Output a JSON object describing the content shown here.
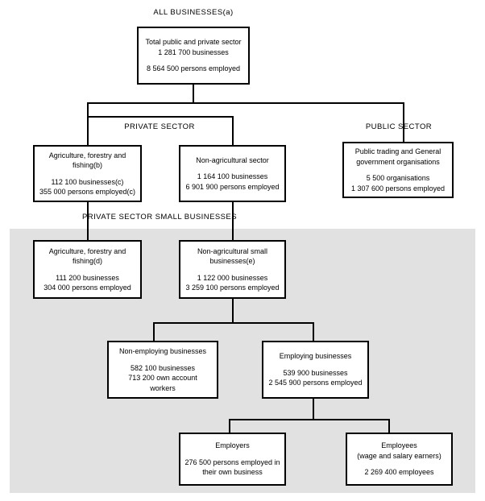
{
  "page": {
    "title": "ALL BUSINESSES(a)",
    "background": "#ffffff",
    "panel_color": "#e1e1e1",
    "line_color": "#000000"
  },
  "captions": {
    "all_businesses": "ALL BUSINESSES(a)",
    "private_sector": "PRIVATE SECTOR",
    "public_sector": "PUBLIC SECTOR",
    "private_sector_small": "PRIVATE SECTOR SMALL BUSINESSES"
  },
  "nodes": {
    "total": {
      "title": "Total public and private sector\n1 281 700 businesses",
      "stats": "8 564 500 persons employed"
    },
    "agriculture": {
      "title": "Agriculture, forestry and\nfishing(b)",
      "stats": "112 100 businesses(c)\n355 000 persons employed(c)"
    },
    "non_agricultural": {
      "title": "Non-agricultural sector",
      "stats": "1 164 100 businesses\n6 901 900 persons employed"
    },
    "public": {
      "title": "Public trading and General\ngovernment organisations",
      "stats": "5 500 organisations\n1 307 600 persons employed"
    },
    "agriculture_small": {
      "title": "Agriculture, forestry and\nfishing(d)",
      "stats": "111 200 businesses\n304 000 persons employed"
    },
    "non_agricultural_small": {
      "title": "Non-agricultural small\nbusinesses(e)",
      "stats": "1 122 000 businesses\n3 259 100 persons employed"
    },
    "non_employing": {
      "title": "Non-employing businesses",
      "stats": "582 100 businesses\n713 200 own account\nworkers"
    },
    "employing": {
      "title": "Employing businesses",
      "stats": "539 900 businesses\n2 545 900 persons employed"
    },
    "employers": {
      "title": "Employers",
      "stats": "276 500 persons employed in\ntheir own business"
    },
    "employees": {
      "title": "Employees\n(wage and salary earners)",
      "stats": "2 269 400 employees"
    }
  },
  "chart_data": {
    "type": "diagram",
    "title": "ALL BUSINESSES(a)",
    "hierarchy": [
      {
        "id": "total",
        "label": "Total public and private sector",
        "businesses": 1281700,
        "persons_employed": 8564500,
        "level": 0
      },
      {
        "id": "agriculture",
        "label": "Agriculture, forestry and fishing(b)",
        "group": "PRIVATE SECTOR",
        "businesses": 112100,
        "persons_employed": 355000,
        "level": 1,
        "parent": "total"
      },
      {
        "id": "non_agricultural",
        "label": "Non-agricultural sector",
        "group": "PRIVATE SECTOR",
        "businesses": 1164100,
        "persons_employed": 6901900,
        "level": 1,
        "parent": "total"
      },
      {
        "id": "public",
        "label": "Public trading and General government organisations",
        "group": "PUBLIC SECTOR",
        "organisations": 5500,
        "persons_employed": 1307600,
        "level": 1,
        "parent": "total"
      },
      {
        "id": "agriculture_small",
        "label": "Agriculture, forestry and fishing(d)",
        "group": "PRIVATE SECTOR SMALL BUSINESSES",
        "businesses": 111200,
        "persons_employed": 304000,
        "level": 2,
        "parent": "agriculture"
      },
      {
        "id": "non_agricultural_small",
        "label": "Non-agricultural small businesses(e)",
        "group": "PRIVATE SECTOR SMALL BUSINESSES",
        "businesses": 1122000,
        "persons_employed": 3259100,
        "level": 2,
        "parent": "non_agricultural"
      },
      {
        "id": "non_employing",
        "label": "Non-employing businesses",
        "businesses": 582100,
        "own_account_workers": 713200,
        "level": 3,
        "parent": "non_agricultural_small"
      },
      {
        "id": "employing",
        "label": "Employing businesses",
        "businesses": 539900,
        "persons_employed": 2545900,
        "level": 3,
        "parent": "non_agricultural_small"
      },
      {
        "id": "employers",
        "label": "Employers",
        "persons_employed_in_own_business": 276500,
        "level": 4,
        "parent": "employing"
      },
      {
        "id": "employees",
        "label": "Employees (wage and salary earners)",
        "employees": 2269400,
        "level": 4,
        "parent": "employing"
      }
    ]
  }
}
